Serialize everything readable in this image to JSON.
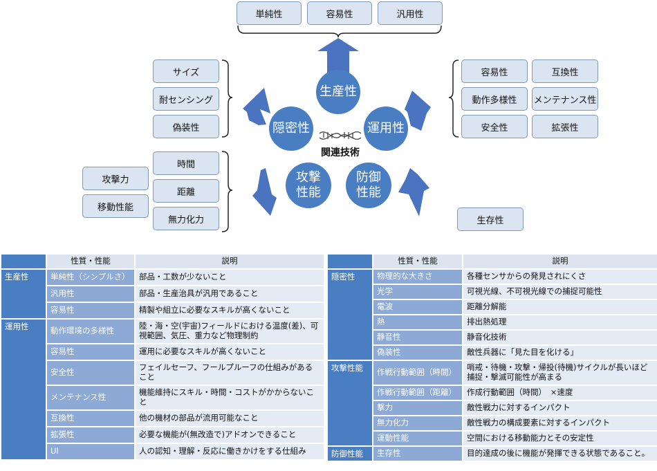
{
  "diagram": {
    "center_label": "関連技術",
    "circles": [
      {
        "id": "production",
        "lines": [
          "生産性"
        ]
      },
      {
        "id": "stealth",
        "lines": [
          "隠密性"
        ]
      },
      {
        "id": "operation",
        "lines": [
          "運用性"
        ]
      },
      {
        "id": "attack",
        "lines": [
          "攻撃",
          "性能"
        ]
      },
      {
        "id": "defense",
        "lines": [
          "防御",
          "性能"
        ]
      }
    ],
    "production_boxes": [
      "単純性",
      "容易性",
      "汎用性"
    ],
    "stealth_boxes": [
      "サイズ",
      "耐センシング",
      "偽装性"
    ],
    "operation_boxes": [
      "容易性",
      "互換性",
      "動作多様性",
      "メンテナンス性",
      "安全性",
      "拡張性"
    ],
    "attack_inner_boxes": [
      "時間",
      "距離",
      "無力化力"
    ],
    "attack_outer_boxes": [
      "攻撃力",
      "移動性能"
    ],
    "defense_boxes": [
      "生存性"
    ]
  },
  "table_left": {
    "headers": [
      "",
      "性質・性能",
      "説明"
    ],
    "groups": [
      {
        "category": "生産性",
        "rows": [
          {
            "prop": "単純性（シンプルさ）",
            "desc": "部品・工数が少ないこと"
          },
          {
            "prop": "汎用性",
            "desc": "部品・生産治具が汎用であること"
          },
          {
            "prop": "容易性",
            "desc": "精製や組立に必要なスキルが高くないこと"
          }
        ]
      },
      {
        "category": "運用性",
        "rows": [
          {
            "prop": "動作環境の多様性",
            "desc": "陸・海・空(宇宙)フィールドにおける温度(差)、可視範囲、気圧、重力など物理制約"
          },
          {
            "prop": "容易性",
            "desc": "運用に必要なスキルが高くないこと"
          },
          {
            "prop": "安全性",
            "desc": "フェイルセーフ、フールプルーフの仕組みがあること"
          },
          {
            "prop": "メンテナンス性",
            "desc": "機能維持にスキル・時間・コストがかからないこと"
          },
          {
            "prop": "互換性",
            "desc": "他の機材の部品が流用可能なこと"
          },
          {
            "prop": "拡張性",
            "desc": "必要な機能が(無改造で)アドオンできること"
          },
          {
            "prop": "UI",
            "desc": "人の認知・理解・反応に働きかけをする仕組み"
          }
        ]
      }
    ]
  },
  "table_right": {
    "headers": [
      "",
      "性質・性能",
      "説明"
    ],
    "groups": [
      {
        "category": "隠密性",
        "rows": [
          {
            "prop": "物理的な大きさ",
            "desc": "各種センサからの発見されにくさ"
          },
          {
            "prop": "光学",
            "desc": "可視光線、不可視光線での捕捉可能性"
          },
          {
            "prop": "電波",
            "desc": "距離分解能"
          },
          {
            "prop": "熱",
            "desc": "排出熱処理"
          },
          {
            "prop": "静音性",
            "desc": "静音化技術"
          },
          {
            "prop": "偽装性",
            "desc": "敵性兵器に「見た目を化ける」"
          }
        ]
      },
      {
        "category": "攻撃性能",
        "rows": [
          {
            "prop": "作戦行動範囲（時間）",
            "desc": "哨戒・待機・攻撃・帰投(待機)サイクルが長いほど捕捉・撃滅可能性が高まる"
          },
          {
            "prop": "作戦行動範囲（距離）",
            "desc": "作成行動範囲（時間）　×速度"
          },
          {
            "prop": "撃力",
            "desc": "敵性戦力に対するインパクト"
          },
          {
            "prop": "無力化力",
            "desc": "敵性戦力の構成要素に対するインパクト"
          },
          {
            "prop": "運動性能",
            "desc": "空間における移動能力とその安定性"
          }
        ]
      },
      {
        "category": "防御性能",
        "rows": [
          {
            "prop": "生存性",
            "desc": "目的達成の後に機能が発揮できる状態であること。"
          }
        ]
      }
    ]
  },
  "colors": {
    "circle": "#4a7ec3",
    "box_fill": "#dbe5f1",
    "box_border": "#7f97b6",
    "arrow": "#4a74c0"
  }
}
